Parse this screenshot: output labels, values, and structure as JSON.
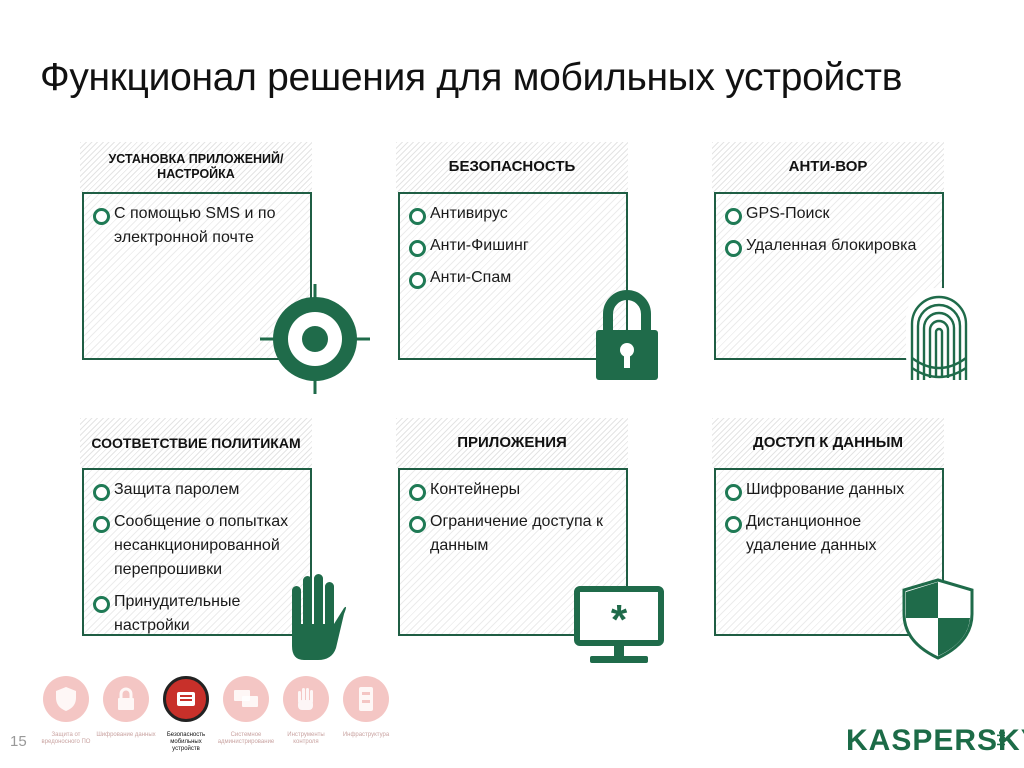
{
  "slide": {
    "title": "Функционал решения для мобильных устройств",
    "page_number": "15"
  },
  "colors": {
    "brand_green": "#1f6b4a",
    "accent_red": "#c8302a",
    "muted_red": "#f4c6c4"
  },
  "cards": [
    {
      "title": "УСТАНОВКА ПРИЛОЖЕНИЙ/ НАСТРОЙКА",
      "items": [
        "С помощью SMS и по электронной почте"
      ],
      "icon": "target-icon"
    },
    {
      "title": "БЕЗОПАСНОСТЬ",
      "items": [
        "Антивирус",
        "Анти-Фишинг",
        "Анти-Спам"
      ],
      "icon": "lock-icon"
    },
    {
      "title": "АНТИ-ВОР",
      "items": [
        "GPS-Поиск",
        "Удаленная блокировка"
      ],
      "icon": "fingerprint-icon"
    },
    {
      "title": "СООТВЕТСТВИЕ ПОЛИТИКАМ",
      "items": [
        "Защита паролем",
        "Сообщение о попытках несанкционированной перепрошивки",
        "Принудительные настройки"
      ],
      "icon": "hand-stop-icon"
    },
    {
      "title": "ПРИЛОЖЕНИЯ",
      "items": [
        "Контейнеры",
        "Ограничение доступа к данным"
      ],
      "icon": "monitor-asterisk-icon"
    },
    {
      "title": "ДОСТУП К ДАННЫМ",
      "items": [
        "Шифрование данных",
        "Дистанционное удаление данных"
      ],
      "icon": "shield-icon"
    }
  ],
  "nav": [
    {
      "label": "Защита от вредоносного ПО",
      "icon": "shield-icon",
      "active": false
    },
    {
      "label": "Шифрование данных",
      "icon": "lock-icon",
      "active": false
    },
    {
      "label": "Безопасность мобильных устройств",
      "icon": "mobile-icon",
      "active": true
    },
    {
      "label": "Системное администрирование",
      "icon": "windows-icon",
      "active": false
    },
    {
      "label": "Инструменты контроля",
      "icon": "hand-icon",
      "active": false
    },
    {
      "label": "Инфраструктура",
      "icon": "infrastructure-icon",
      "active": false
    }
  ],
  "logo": {
    "brand": "KASPERSKY",
    "suffix": "lab"
  }
}
